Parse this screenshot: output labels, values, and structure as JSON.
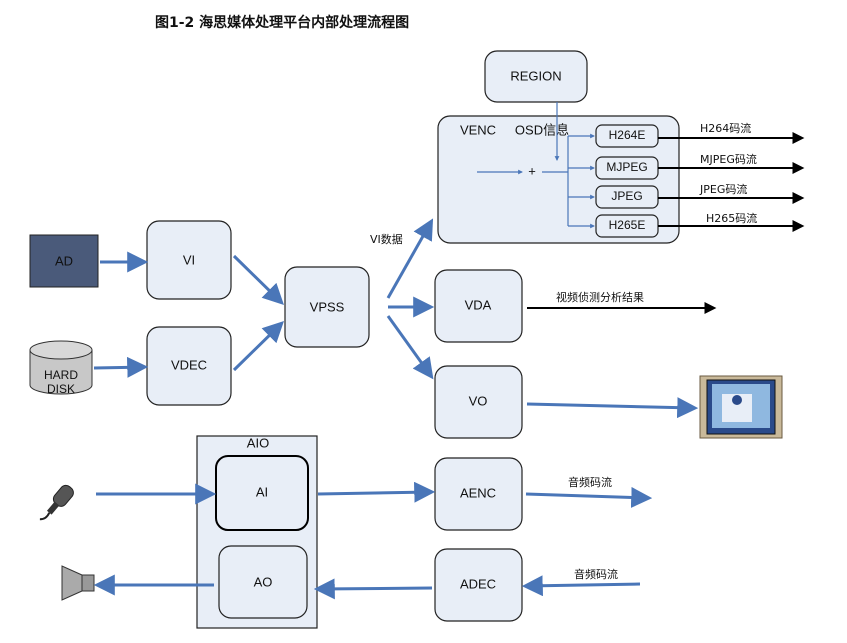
{
  "title": "图1-2  海思媒体处理平台内部处理流程图",
  "nodes": {
    "ad": "AD",
    "hard_disk": [
      "HARD",
      "DISK"
    ],
    "vi": "VI",
    "vdec": "VDEC",
    "vpss": "VPSS",
    "region": "REGION",
    "venc": "VENC",
    "osd": "OSD信息",
    "plus": "+",
    "h264e": "H264E",
    "mjpeg": "MJPEG",
    "jpeg": "JPEG",
    "h265e": "H265E",
    "vda": "VDA",
    "vo": "VO",
    "aio": "AIO",
    "ai": "AI",
    "ao": "AO",
    "aenc": "AENC",
    "adec": "ADEC"
  },
  "labels": {
    "vi_data": "VI数据",
    "h264_stream": "H264码流",
    "mjpeg_stream": "MJPEG码流",
    "jpeg_stream": "JPEG码流",
    "h265_stream": "H265码流",
    "vda_result": "视频侦测分析结果",
    "audio_out": "音频码流",
    "audio_in": "音频码流"
  },
  "icons": {
    "monitor": "monitor-icon",
    "microphone": "microphone-icon",
    "speaker": "speaker-icon",
    "disk": "hard-disk-icon"
  },
  "colors": {
    "arrow": "#4a76b8",
    "box_fill": "#e8eef7",
    "ad_fill": "#4a5a7a"
  }
}
